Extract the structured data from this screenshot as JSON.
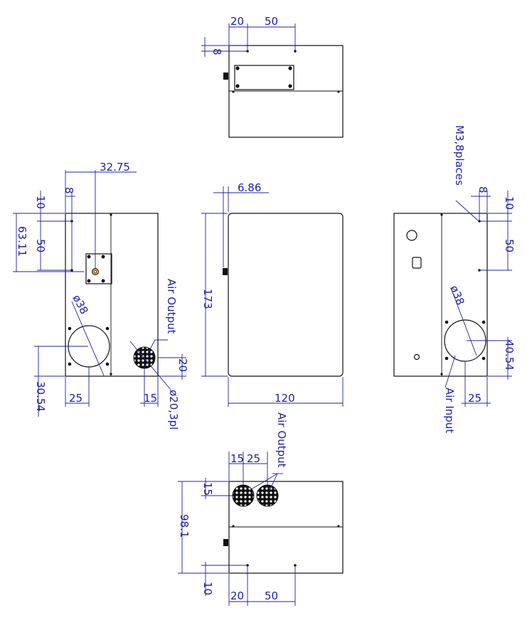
{
  "colors": {
    "outline": "#111111",
    "dimension": "#2020a8",
    "background": "#ffffff"
  },
  "top_view": {
    "dim_a": "20",
    "dim_b": "50",
    "dim_c": "8"
  },
  "left_view": {
    "dim_offset": "32.75",
    "dim_10": "10",
    "dim_8": "8",
    "dim_6311": "63.11",
    "dim_50": "50",
    "dim_dia38": "ø38",
    "label_air_output": "Air Output",
    "dim_20": "20",
    "dim_3054": "30.54",
    "dim_25": "25",
    "dim_15": "15",
    "dim_dia20": "ø20,3pl"
  },
  "front_view": {
    "dim_686": "6.86",
    "dim_173": "173",
    "dim_120": "120"
  },
  "right_view": {
    "label_m3": "M3,8places",
    "dim_8": "8",
    "dim_10": "10",
    "dim_50": "50",
    "dim_dia38": "ø38",
    "dim_4054": "40.54",
    "label_air_input": "Air Input",
    "dim_25": "25"
  },
  "bottom_view": {
    "label_air_output": "Air Output",
    "dim_15": "15",
    "dim_25": "25",
    "dim_15v": "15",
    "dim_981": "98.1",
    "dim_10": "10",
    "dim_20": "20",
    "dim_50": "50"
  }
}
